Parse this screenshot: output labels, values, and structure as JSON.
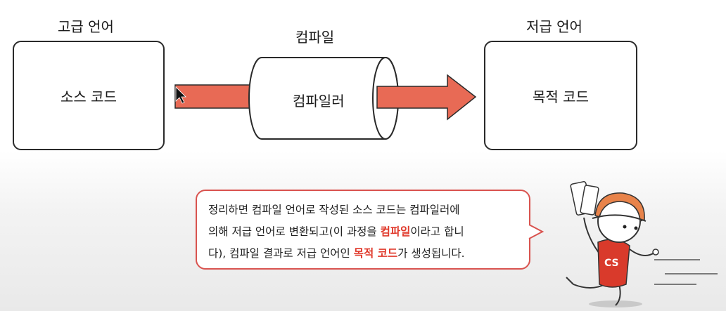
{
  "labels": {
    "high_level": "고급 언어",
    "compile": "컴파일",
    "low_level": "저급 언어"
  },
  "boxes": {
    "source_code": "소스 코드",
    "compiler": "컴파일러",
    "object_code": "목적 코드"
  },
  "bubble": {
    "line1": "정리하면 컴파일 언어로 작성된 소스 코드는 컴파일러에",
    "line2_pre": "의해 저급 언어로 변환되고(이 과정을 ",
    "line2_hl": "컴파일",
    "line2_post": "이라고 합니",
    "line3_pre": "다), 컴파일 결과로 저급 언어인 ",
    "line3_hl": "목적 코드",
    "line3_post": "가 생성됩니다."
  },
  "mascot": {
    "shirt_text": "CS"
  },
  "colors": {
    "arrow": "#e86a55",
    "highlight": "#e0392b",
    "bubble_border": "#d9534f",
    "helmet": "#e8834a",
    "shirt": "#d93a2b"
  }
}
